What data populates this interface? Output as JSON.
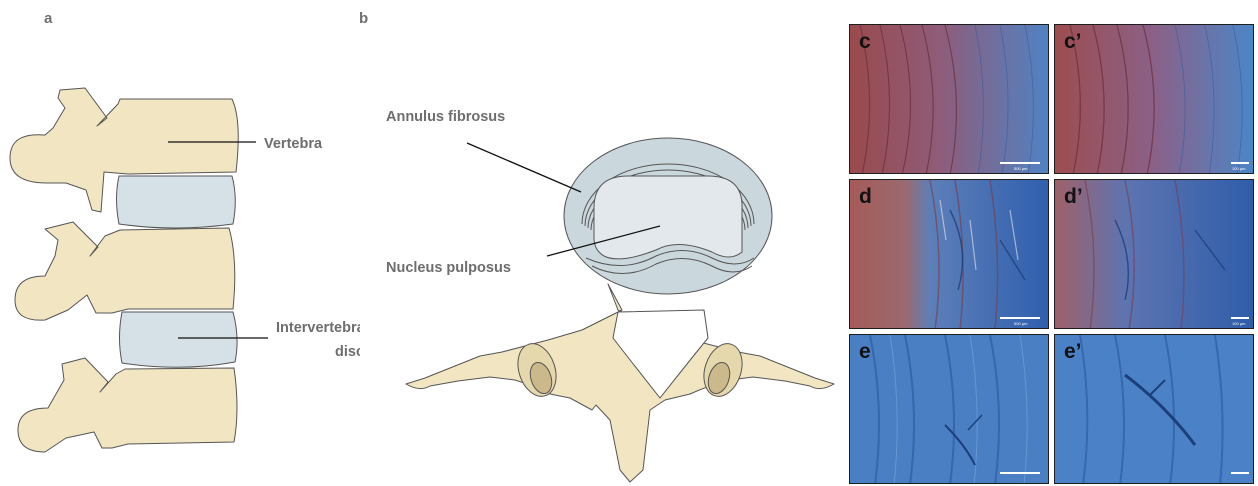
{
  "panels": {
    "a": {
      "letter": "a"
    },
    "b": {
      "letter": "b"
    }
  },
  "labels": {
    "vertebra": "Vertebra",
    "annulus": "Annulus fibrosus",
    "nucleus": "Nucleus pulposus",
    "intervertebral_line1": "Intervertebral",
    "intervertebral_line2": "disc"
  },
  "micrographs": [
    {
      "letter": "c",
      "scale": "500 µm",
      "stain": "red"
    },
    {
      "letter": "c’",
      "scale": "100 µm",
      "stain": "red"
    },
    {
      "letter": "d",
      "scale": "500 µm",
      "stain": "mixed"
    },
    {
      "letter": "d’",
      "scale": "100 µm",
      "stain": "mixed"
    },
    {
      "letter": "e",
      "scale": "",
      "stain": "blue"
    },
    {
      "letter": "e’",
      "scale": "",
      "stain": "blue"
    }
  ],
  "colors": {
    "bone": "#f1e5c2",
    "disc": "#d5e1e6",
    "annulus": "#cad8de",
    "nucleus": "#e2e8eb",
    "outline": "#555555",
    "stain_blue": "#3f78bf",
    "stain_red": "#a4504f"
  }
}
